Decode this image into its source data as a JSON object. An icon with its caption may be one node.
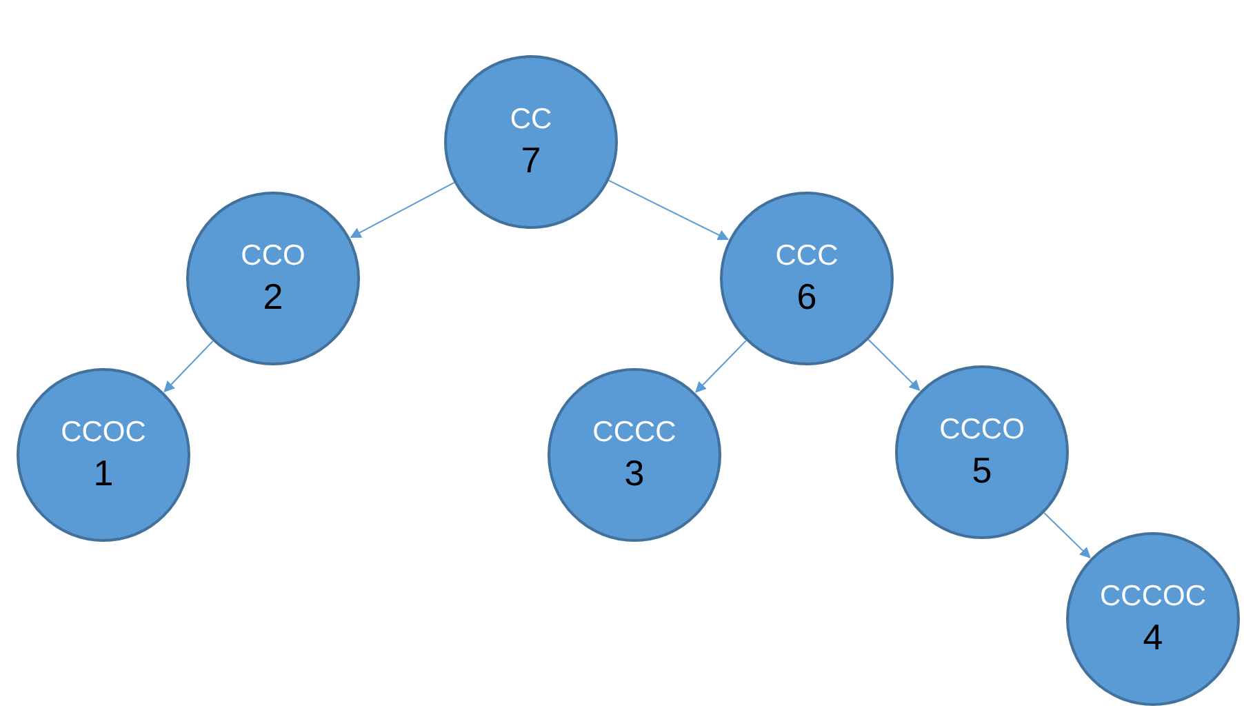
{
  "diagram": {
    "nodes": [
      {
        "text": [
          "CC",
          "7"
        ]
      },
      {
        "text": [
          "CCO",
          "2"
        ]
      },
      {
        "text": [
          "CCC",
          "6"
        ]
      },
      {
        "text": [
          "CCOC",
          "1"
        ]
      },
      {
        "text": [
          "CCCC",
          "3"
        ]
      },
      {
        "text": [
          "CCCO",
          "5"
        ]
      },
      {
        "text": [
          "CCCOC",
          "4"
        ]
      }
    ],
    "edges": [
      {
        "from": 0,
        "to": 1,
        "arrow": "to"
      },
      {
        "from": 0,
        "to": 2,
        "arrow": "to"
      },
      {
        "from": 1,
        "to": 3,
        "arrow": "to"
      },
      {
        "from": 2,
        "to": 4,
        "arrow": "to"
      },
      {
        "from": 2,
        "to": 5,
        "arrow": "to"
      },
      {
        "from": 5,
        "to": 6,
        "arrow": "to"
      }
    ]
  }
}
